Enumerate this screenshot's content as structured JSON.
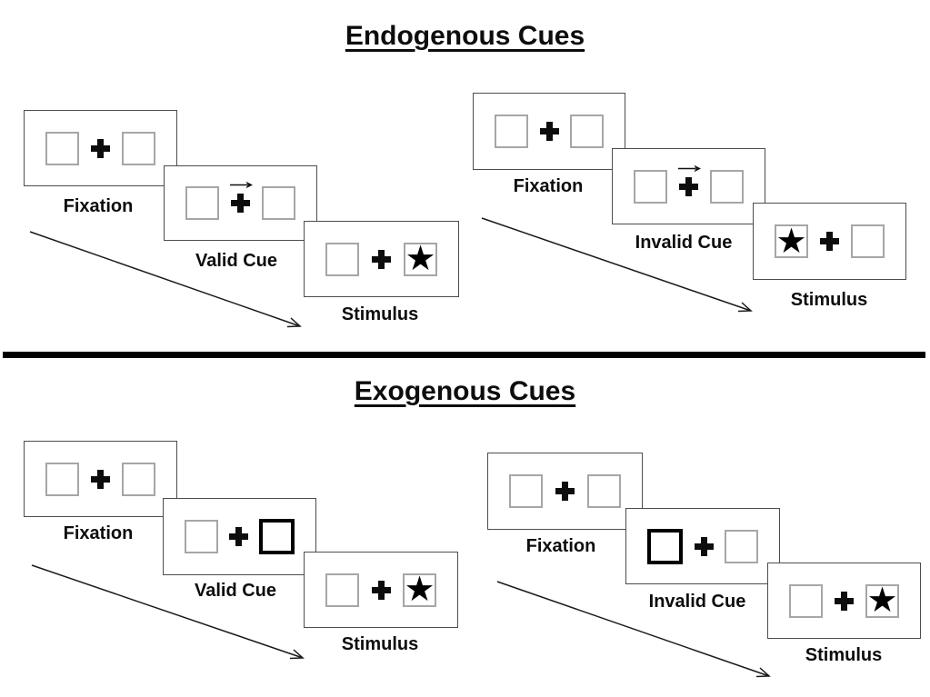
{
  "sections": [
    {
      "title": "Endogenous Cues"
    },
    {
      "title": "Exogenous Cues"
    }
  ],
  "symbols": {
    "star": "★"
  },
  "colors": {
    "panel_border": "#4d4d4d",
    "square_border": "#a6a6a6",
    "ink": "#000000",
    "background": "#ffffff"
  },
  "groups": [
    {
      "name": "endogenous-valid-trial",
      "cue_type": "central-arrow-right",
      "target_side": "right",
      "steps": [
        {
          "label": "Fixation"
        },
        {
          "label": "Valid Cue"
        },
        {
          "label": "Stimulus"
        }
      ]
    },
    {
      "name": "endogenous-invalid-trial",
      "cue_type": "central-arrow-right",
      "target_side": "left",
      "steps": [
        {
          "label": "Fixation"
        },
        {
          "label": "Invalid Cue"
        },
        {
          "label": "Stimulus"
        }
      ]
    },
    {
      "name": "exogenous-valid-trial",
      "cue_type": "peripheral-box-right",
      "target_side": "right",
      "steps": [
        {
          "label": "Fixation"
        },
        {
          "label": "Valid Cue"
        },
        {
          "label": "Stimulus"
        }
      ]
    },
    {
      "name": "exogenous-invalid-trial",
      "cue_type": "peripheral-box-left",
      "target_side": "right",
      "steps": [
        {
          "label": "Fixation"
        },
        {
          "label": "Invalid Cue"
        },
        {
          "label": "Stimulus"
        }
      ]
    }
  ]
}
